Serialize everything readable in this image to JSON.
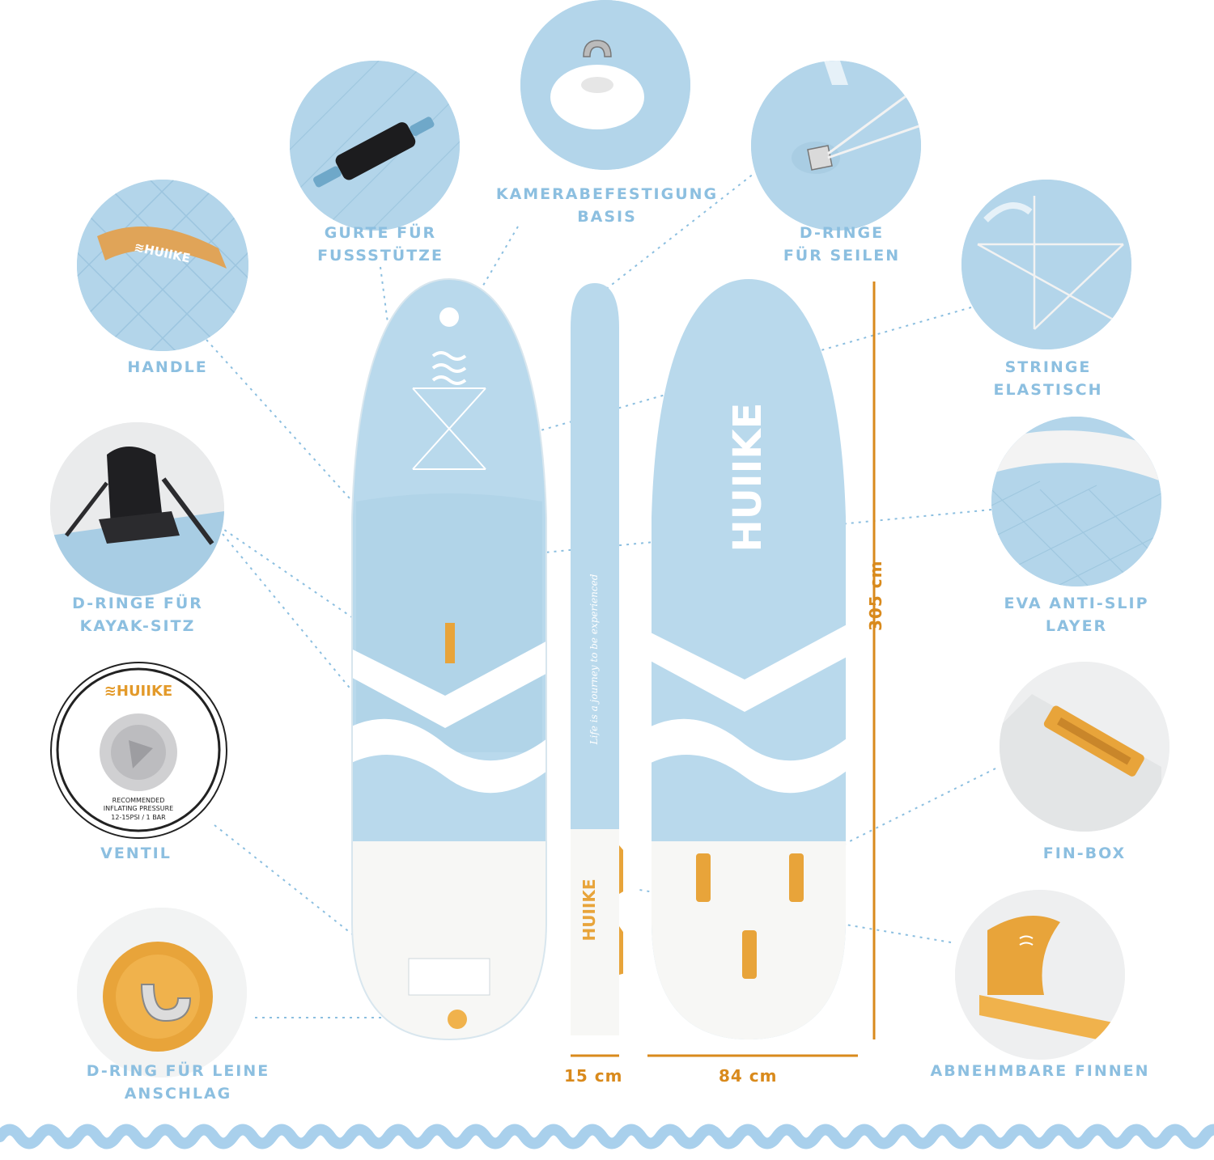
{
  "brand": "HUIIKE",
  "slogan": "Life is a journey to be experienced",
  "valve_badge": {
    "line1": "RECOMMENDED",
    "line2": "INFLATING PRESSURE",
    "line3": "12-15PSI / 1 BAR"
  },
  "features": [
    {
      "id": "handle",
      "lines": [
        "HANDLE"
      ]
    },
    {
      "id": "gurte",
      "lines": [
        "GURTE FÜR",
        "FUSSSTÜTZE"
      ]
    },
    {
      "id": "kamera",
      "lines": [
        "KAMERABEFESTIGUNG",
        "BASIS"
      ]
    },
    {
      "id": "dringe-seilen",
      "lines": [
        "D-RINGE",
        "FÜR SEILEN"
      ]
    },
    {
      "id": "stringe",
      "lines": [
        "STRINGE",
        "ELASTISCH"
      ]
    },
    {
      "id": "dringe-kayak",
      "lines": [
        "D-RINGE FÜR",
        "KAYAK-SITZ"
      ]
    },
    {
      "id": "eva",
      "lines": [
        "EVA ANTI-SLIP",
        "LAYER"
      ]
    },
    {
      "id": "ventil",
      "lines": [
        "VENTIL"
      ]
    },
    {
      "id": "finbox",
      "lines": [
        "FIN-BOX"
      ]
    },
    {
      "id": "dring-leine",
      "lines": [
        "D-RING FÜR LEINE",
        "ANSCHLAG"
      ]
    },
    {
      "id": "finnen",
      "lines": [
        "ABNEHMBARE FINNEN"
      ]
    }
  ],
  "dimensions": {
    "length": "305 cm",
    "thickness": "15 cm",
    "width": "84 cm"
  },
  "colors": {
    "board_blue": "#b9d9ec",
    "board_white": "#f7f7f5",
    "accent_orange": "#e8a43a",
    "label_blue": "#8cbfe0",
    "dimension_orange": "#d98a1c",
    "wave_blue": "#a9d0ec"
  }
}
